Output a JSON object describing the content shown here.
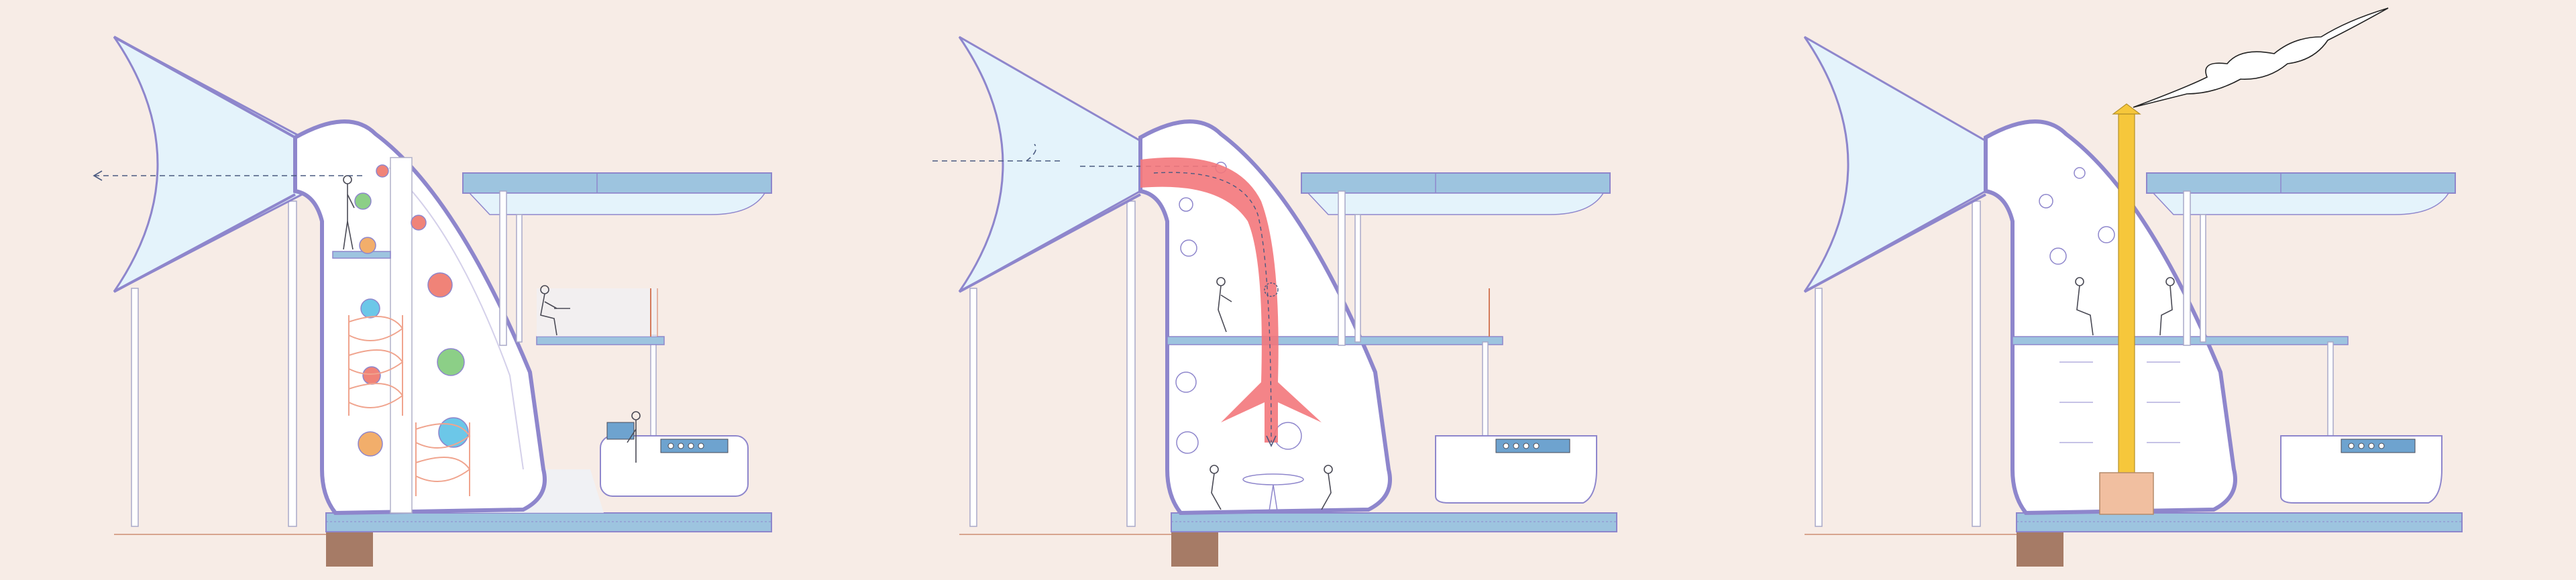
{
  "diagram": {
    "panels": [
      {
        "id": "view-sound",
        "depicts": "horn-funnel-outward-airflow-spiral-stair"
      },
      {
        "id": "view-ventilation",
        "depicts": "downward-airflow-channel"
      },
      {
        "id": "view-heat",
        "depicts": "stove-chimney-smoke"
      }
    ]
  },
  "colors": {
    "background": "#f7ece6",
    "wall_outline": "#8e86cc",
    "wall_fill": "#ffffff",
    "horn_fill": "#e4f3fb",
    "roof_fill": "#9dc4df",
    "slab_fill": "#9dc4df",
    "foundation": "#a67b66",
    "ground_line": "#d7a48e",
    "airflow": "#f3777b",
    "chimney": "#f6c73b",
    "stove": "#f1bfa0",
    "figure_lines": "#4a4a55",
    "stair_lines": "#f0a48e",
    "porthole_green": "#8ccf87",
    "porthole_orange": "#f2ae6b",
    "porthole_red": "#f08378",
    "porthole_blue": "#6cc7e8"
  }
}
